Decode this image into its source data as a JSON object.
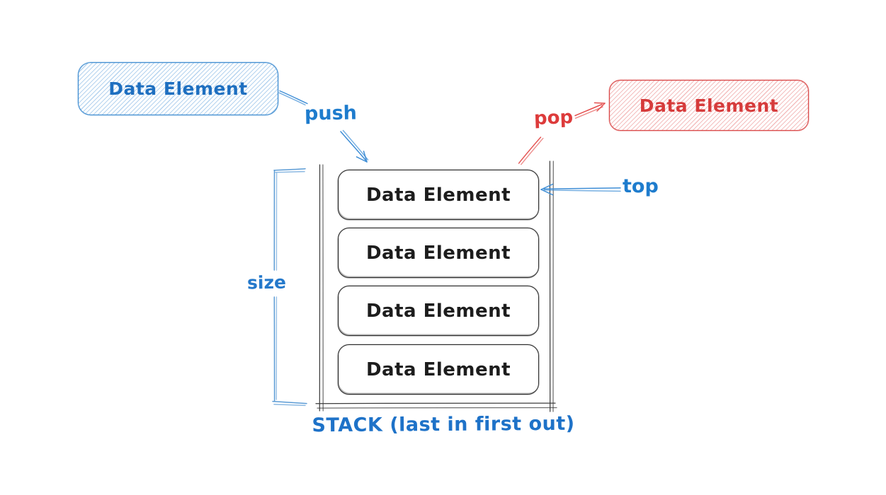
{
  "diagram": {
    "kind": "stack data structure sketch",
    "colors": {
      "blue": "#1e7ccd",
      "light_blue_stroke": "#5b9bd5",
      "blue_hatch_fill": "#bcd9f0",
      "red": "#dd3b3b",
      "red_hatch_fill": "#f3bcbc",
      "black_stroke": "#2f2f2f",
      "background": "#ffffff"
    },
    "push_flow": {
      "incoming_box_label": "Data Element",
      "push_label": "push"
    },
    "pop_flow": {
      "outgoing_box_label": "Data Element",
      "pop_label": "pop"
    },
    "stack": {
      "elements": [
        {
          "label": "Data Element"
        },
        {
          "label": "Data Element"
        },
        {
          "label": "Data Element"
        },
        {
          "label": "Data Element"
        }
      ],
      "top_label": "top",
      "size_label": "size",
      "caption": "STACK (last in first out)"
    }
  }
}
